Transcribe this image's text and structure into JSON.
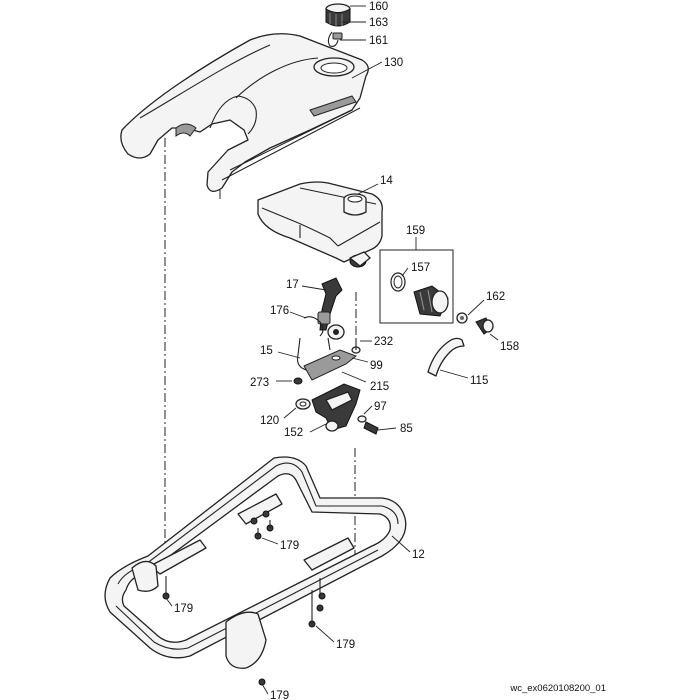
{
  "labels": {
    "p160": "160",
    "p163": "163",
    "p161": "161",
    "p130": "130",
    "p14": "14",
    "p159": "159",
    "p157": "157",
    "p17": "17",
    "p176": "176",
    "p162": "162",
    "p158": "158",
    "p232": "232",
    "p15": "15",
    "p99": "99",
    "p273": "273",
    "p215": "215",
    "p115": "115",
    "p97": "97",
    "p120": "120",
    "p85": "85",
    "p152": "152",
    "p179a": "179",
    "p12": "12",
    "p179b": "179",
    "p179c": "179",
    "p179d": "179"
  },
  "footer": {
    "code": "wc_ex0620108200_01"
  }
}
